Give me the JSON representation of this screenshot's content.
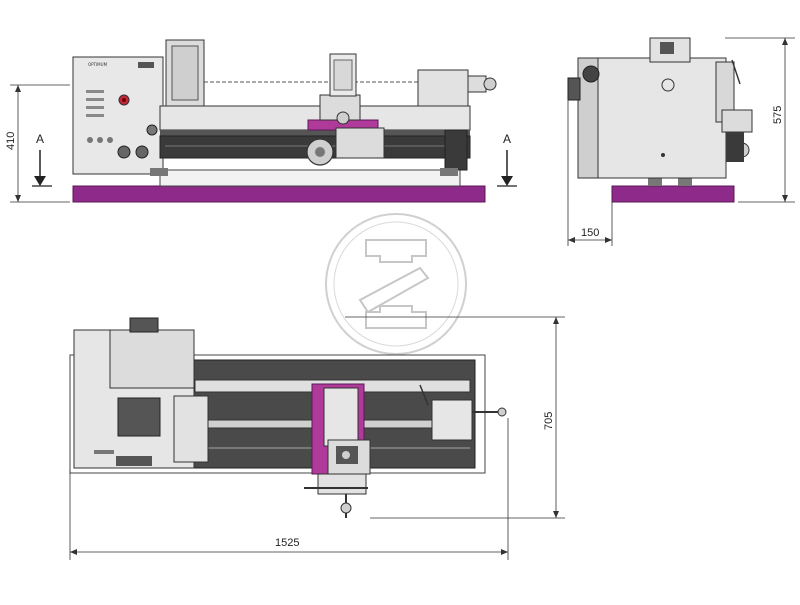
{
  "dimensions": {
    "front_height": "410",
    "side_height": "575",
    "side_depth": "150",
    "top_depth": "705",
    "overall_length": "1525"
  },
  "section_marks": {
    "left": "A",
    "right": "A"
  },
  "brand": {
    "panel_label": "OPTIMUM"
  },
  "colors": {
    "base": "#8e2a8a",
    "carriage": "#b03a9a",
    "body": "#e6e6e6",
    "bed": "#444444",
    "line": "#333333"
  },
  "icons": {
    "watermark": "gear-wrench-watermark-icon"
  }
}
